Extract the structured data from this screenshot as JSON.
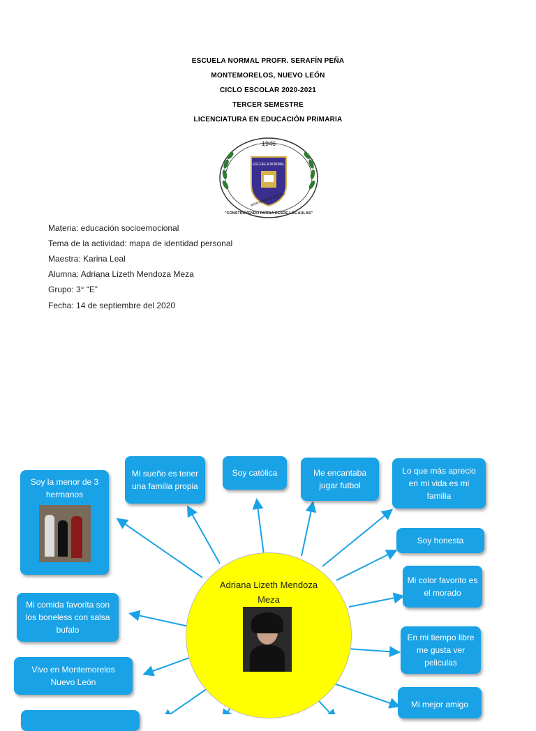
{
  "header": {
    "lines": [
      "ESCUELA NORMAL PROFR. SERAFÍN PEÑA",
      "MONTEMORELOS, NUEVO LEÓN",
      "CICLO ESCOLAR 2020-2021",
      "TERCER SEMESTRE",
      "LICENCIATURA EN EDUCACIÓN PRIMARIA"
    ]
  },
  "logo": {
    "year": "1946",
    "top_text": "ESCUELA NORMAL",
    "ring_text": "MONTEMORELOS N.L.",
    "motto": "\"CONSTRUYENDO PATRIA DESDE LAS AULAS\"",
    "colors": {
      "shield": "#3a2f8f",
      "gold": "#d8b24a",
      "leaf": "#2e7d32"
    }
  },
  "info": {
    "lines": [
      "Materia: educación socioemocional",
      "Tema de la actividad: mapa de identidad personal",
      "Maestra: Karina Leal",
      "Alumna: Adriana Lizeth Mendoza Meza",
      "Grupo: 3° “E”",
      "Fecha: 14 de septiembre del 2020"
    ]
  },
  "map": {
    "center_name": "Adriana Lizeth Mendoza Meza",
    "center_color": "#ffff00",
    "box_color": "#1aa2e6",
    "boxes": [
      "Soy la menor de 3 hermanos",
      "Mi sueño es tener una familia propia",
      "Soy católica",
      "Me encantaba jugar futbol",
      "Lo que más aprecio en mi vida es mi familia",
      "Soy honesta",
      "Mi color favorito es el morado",
      "En mi tiempo libre me gusta ver peliculas",
      "Mi mejor amigo",
      "Mi comida favorita son los boneless con salsa bufalo",
      "Vivo en Montemorelos Nuevo León"
    ]
  }
}
